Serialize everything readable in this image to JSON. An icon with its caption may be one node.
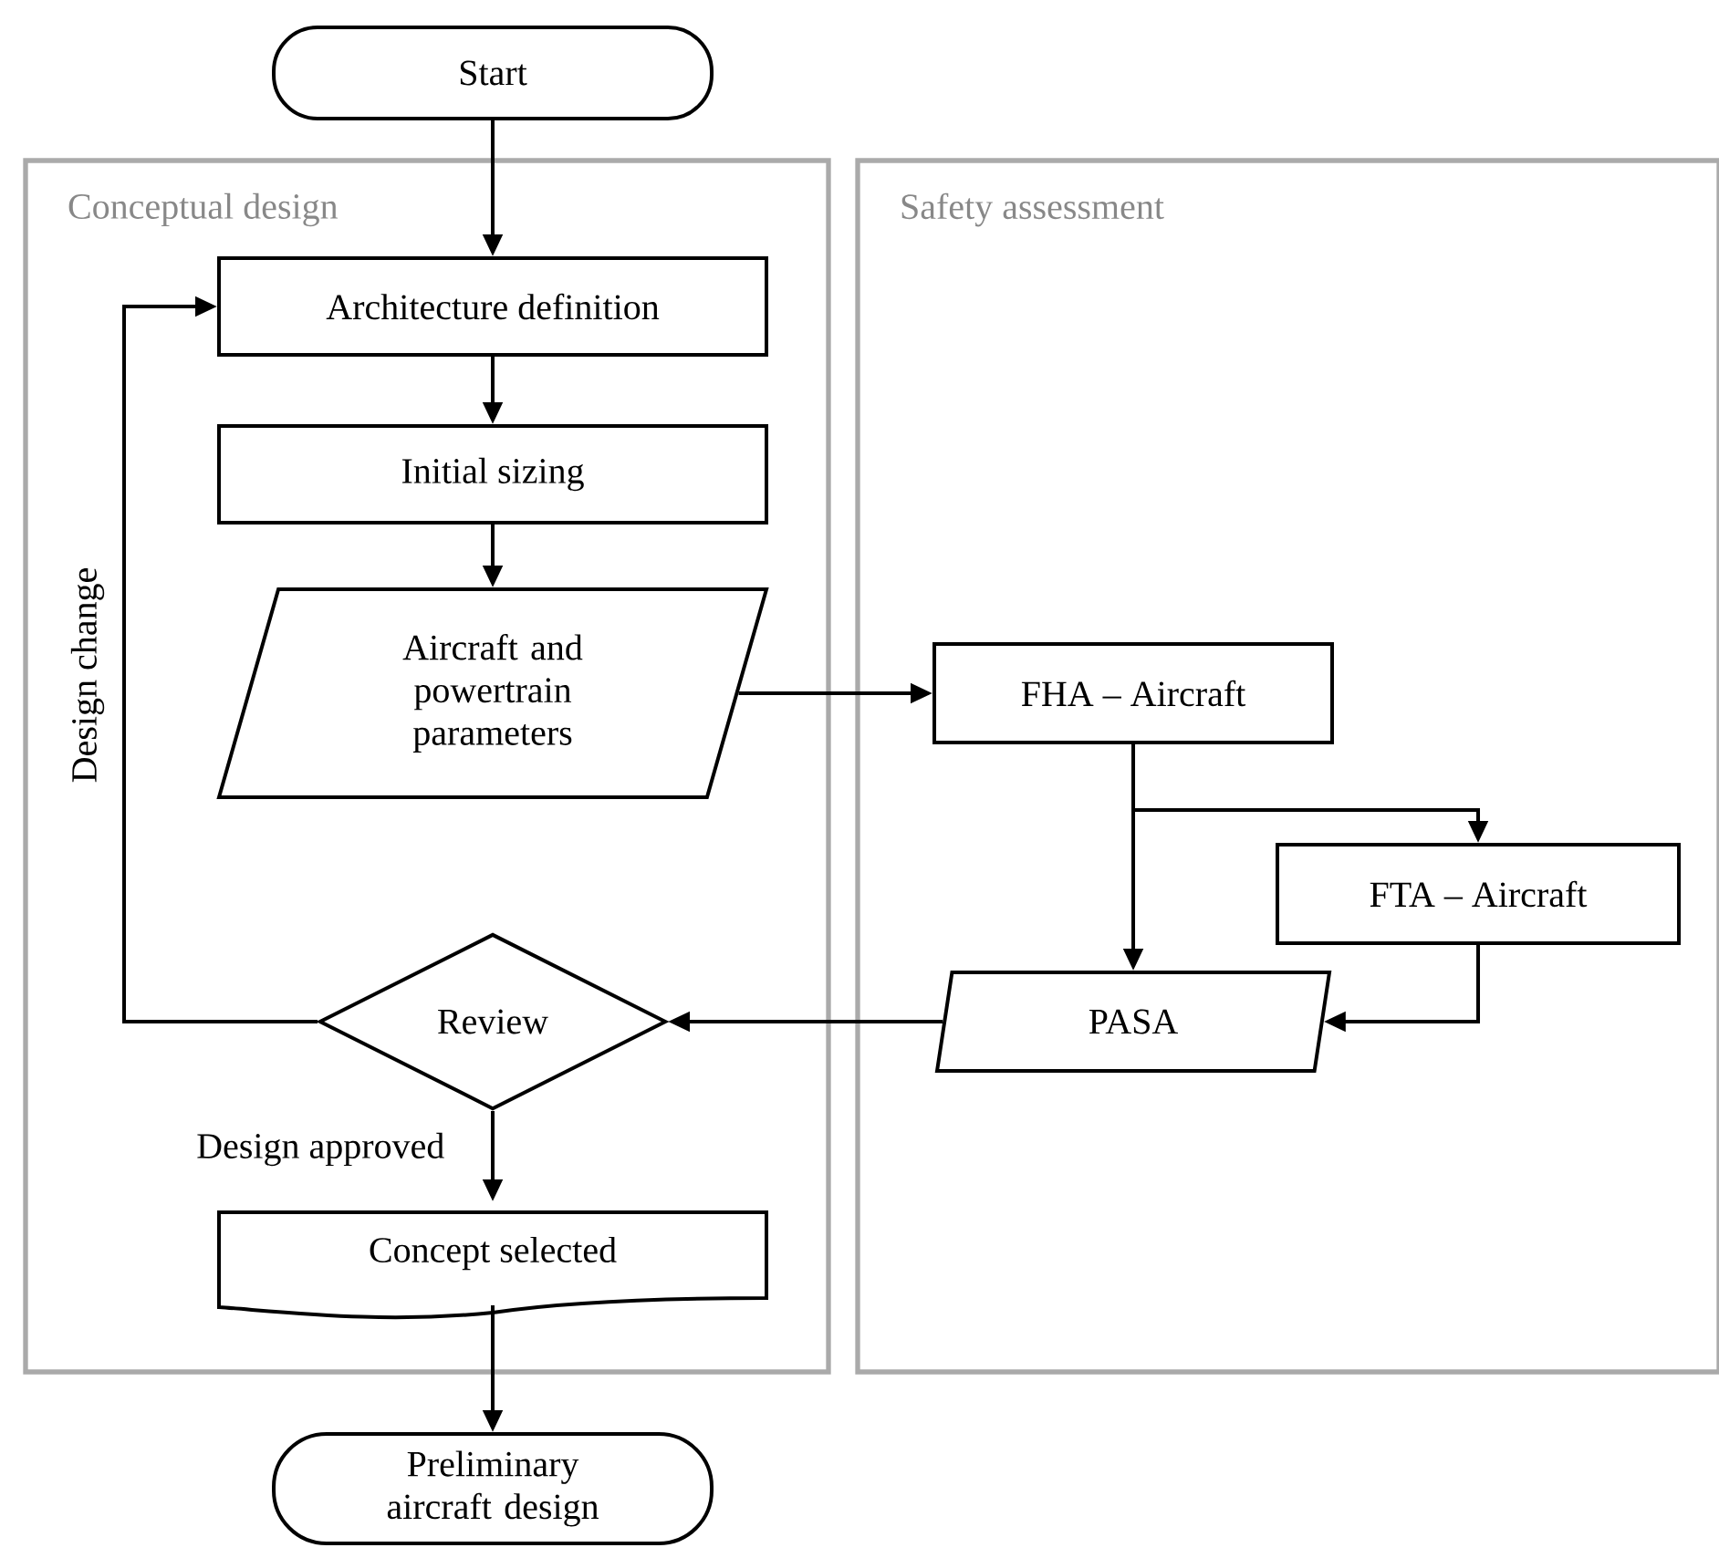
{
  "diagram": {
    "nodes": [
      {
        "text": [
          "Start"
        ]
      },
      {
        "text": [
          "Conceptual design"
        ]
      },
      {
        "text": [
          "Safety assessment"
        ]
      },
      {
        "text": [
          "Architecture definition"
        ],
        "in": 1
      },
      {
        "text": [
          "Initial sizing"
        ],
        "in": 1
      },
      {
        "text": [
          "Aircraft and powertrain parameters"
        ],
        "in": 1
      },
      {
        "text": [
          "FHA – Aircraft"
        ],
        "in": 2
      },
      {
        "text": [
          "FTA – Aircraft"
        ],
        "in": 2
      },
      {
        "text": [
          "PASA"
        ],
        "in": 2
      },
      {
        "text": [
          "Review"
        ],
        "in": 1
      },
      {
        "text": [
          "Concept selected"
        ],
        "in": 1
      },
      {
        "text": [
          "Preliminary aircraft design"
        ]
      }
    ],
    "edges": [
      {
        "from": 0,
        "to": 3,
        "arrow": "to"
      },
      {
        "from": 3,
        "to": 4,
        "arrow": "to"
      },
      {
        "from": 4,
        "to": 5,
        "arrow": "to"
      },
      {
        "from": 5,
        "to": 6,
        "arrow": "to"
      },
      {
        "from": 6,
        "to": 8,
        "arrow": "to"
      },
      {
        "from": 6,
        "to": 7,
        "arrow": "to"
      },
      {
        "from": 7,
        "to": 8,
        "arrow": "to"
      },
      {
        "from": 8,
        "to": 9,
        "arrow": "to"
      },
      {
        "from": 9,
        "to": 3,
        "arrow": "to",
        "label": "Design change"
      },
      {
        "from": 9,
        "to": 10,
        "arrow": "to",
        "label": "Design approved"
      },
      {
        "from": 10,
        "to": 11,
        "arrow": "to"
      }
    ]
  }
}
